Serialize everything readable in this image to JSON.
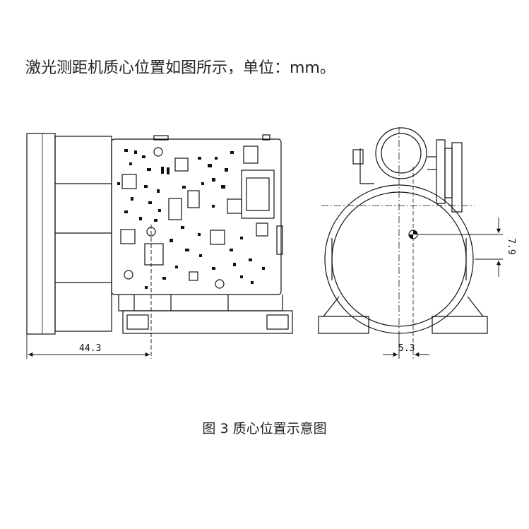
{
  "intro_text": "激光测距机质心位置如图所示，单位：mm。",
  "caption": "图 3  质心位置示意图",
  "dimensions": {
    "length_left": "44.3",
    "offset_bottom_right": "5.3",
    "offset_vertical_right": "7.9"
  },
  "colors": {
    "line": "#111111",
    "background": "#ffffff"
  }
}
